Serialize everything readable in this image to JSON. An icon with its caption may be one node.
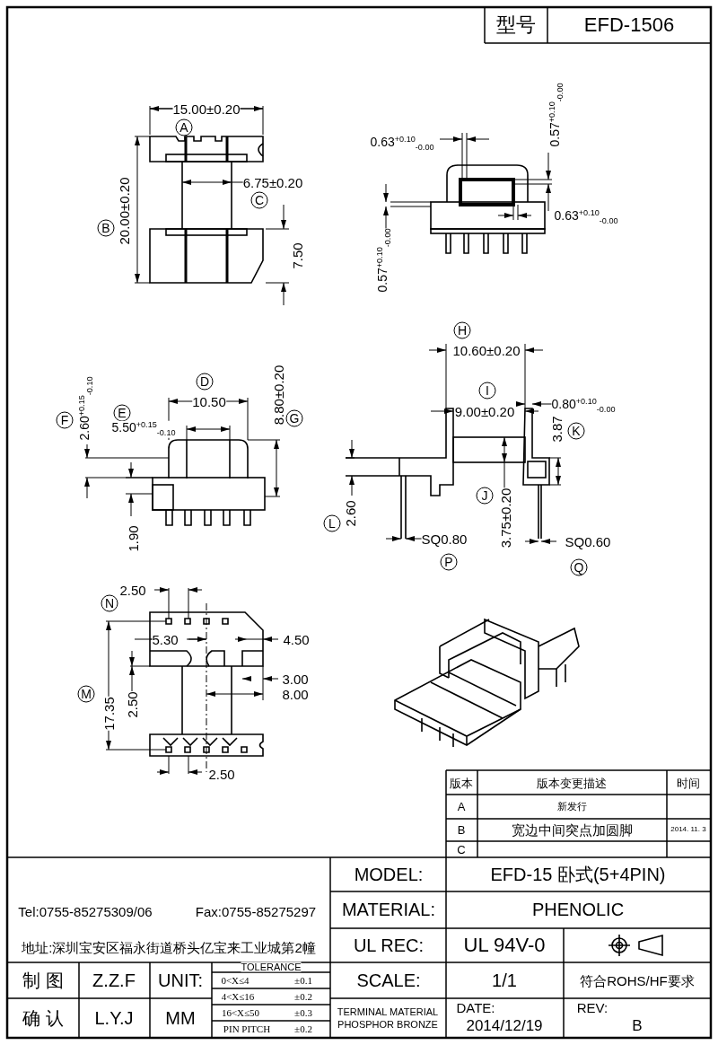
{
  "diagram": {
    "labels": [
      "型号",
      "EFD-1506",
      "15.00±0.20",
      "A",
      "6.75±0.20",
      "C",
      "B",
      "20.00±0.20",
      "7.50",
      "0.63$^{+0.10}$$_{-0.00}$",
      "0.57$^{+0.10}$$_{-0.00}$",
      "0.63$^{+0.10}$$_{-0.00}$",
      "0.57$^{+0.10}$$_{-0.00}$",
      "D",
      "10.50",
      "F",
      "2.60$^{+0.15}$$_{-0.10}$",
      "E",
      "5.50$^{+0.15}$$_{-0.10}$",
      "8.80±0.20",
      "G",
      "1.90",
      "H",
      "10.60±0.20",
      "I",
      "9.00±0.20",
      "0.80$^{+0.10}$$_{-0.00}$",
      "3.87",
      "K",
      "L",
      "2.60",
      "SQ0.80",
      "J",
      "3.75±0.20",
      "SQ0.60",
      "P",
      "Q",
      "2.50",
      "N",
      "5.30",
      "4.50",
      "3.00",
      "M",
      "17.35",
      "2.50",
      "8.00",
      "2.50",
      "版本",
      "版本变更描述",
      "时间",
      "A",
      "新发行",
      "B",
      "宽边中间突点加圆脚",
      "2014. 11. 3",
      "C",
      "Tel:0755-85275309/06",
      "Fax:0755-85275297",
      "地址:深圳宝安区福永街道桥头亿宝来工业城第2幢",
      "MODEL:",
      "EFD-15 卧式(5+4PIN)",
      "MATERIAL:",
      "PHENOLIC",
      "UL REC:",
      "UL 94V-0",
      "制 图",
      "Z.Z.F",
      "UNIT:",
      "TOLERANCE",
      "SCALE:",
      "1/1",
      "符合ROHS/HF要求",
      "0<X≤4",
      "±0.1",
      "确 认",
      "L.Y.J",
      "MM",
      "4<X≤16",
      "±0.2",
      "16<X≤50",
      "±0.3",
      "PIN PITCH",
      "±0.2",
      "TERMINAL MATERIAL PHOSPHOR BRONZE",
      "DATE:",
      "2014/12/19",
      "REV:",
      "B"
    ]
  }
}
